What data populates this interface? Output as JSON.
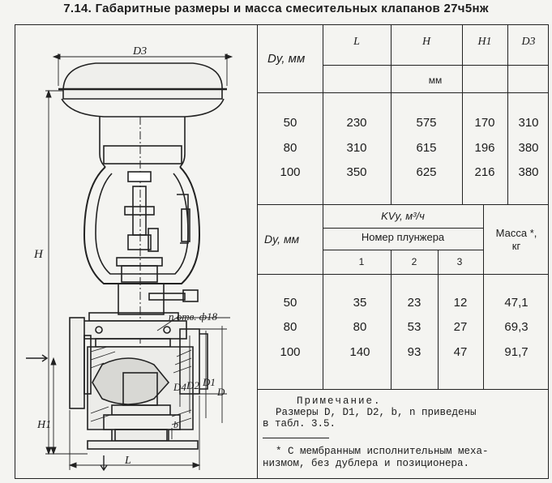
{
  "title": {
    "number": "7.14.",
    "text": "Габаритные размеры и масса смесительных клапанов 27ч5нж"
  },
  "drawing": {
    "labels": {
      "d3": "D3",
      "h": "H",
      "h1": "H1",
      "l": "L",
      "d": "D",
      "d1": "D1",
      "d2": "D2",
      "d4": "D4",
      "b": "b",
      "holes": "n отв. ф18"
    }
  },
  "table_top": {
    "dy_header": "Dу, мм",
    "columns": [
      "L",
      "H",
      "H1",
      "D3"
    ],
    "unit": "мм",
    "rows": [
      {
        "dy": "50",
        "l": "230",
        "h": "575",
        "h1": "170",
        "d3": "310"
      },
      {
        "dy": "80",
        "l": "310",
        "h": "615",
        "h1": "196",
        "d3": "380"
      },
      {
        "dy": "100",
        "l": "350",
        "h": "625",
        "h1": "216",
        "d3": "380"
      }
    ]
  },
  "table_bottom": {
    "dy_header": "Dу, мм",
    "kv_header": "KVу, м³/ч",
    "plunger_header": "Номер плунжера",
    "plunger_numbers": [
      "1",
      "2",
      "3"
    ],
    "mass_header_1": "Масса *,",
    "mass_header_2": "кг",
    "rows": [
      {
        "dy": "50",
        "k1": "35",
        "k2": "23",
        "k3": "12",
        "mass": "47,1"
      },
      {
        "dy": "80",
        "k1": "80",
        "k2": "53",
        "k3": "27",
        "mass": "69,3"
      },
      {
        "dy": "100",
        "k1": "140",
        "k2": "93",
        "k3": "47",
        "mass": "91,7"
      }
    ]
  },
  "notes": {
    "heading": "Примечание.",
    "line1": "Размеры D, D1, D2, b, n приведены",
    "line2": "в табл. 3.5.",
    "footnote1": "* С мембранным исполнительным меха-",
    "footnote2": "низмом, без дублера и позиционера."
  }
}
